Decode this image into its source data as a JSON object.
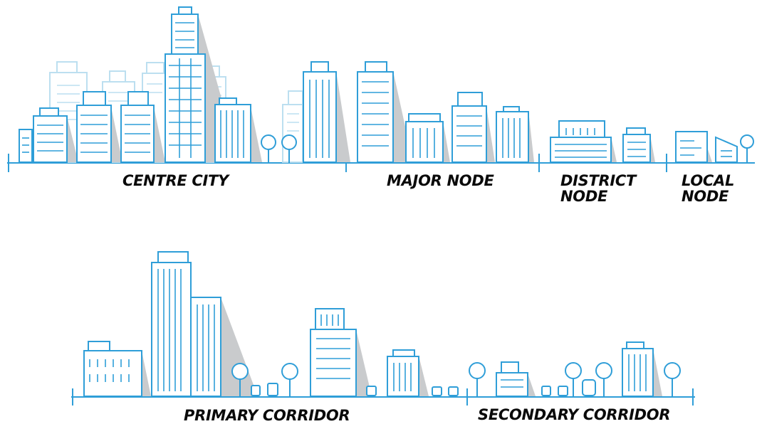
{
  "labels": {
    "centre_city": "CENTRE CITY",
    "major_node": "MAJOR NODE",
    "district_node_1": "DISTRICT",
    "district_node_2": "NODE",
    "local_node_1": "LOCAL",
    "local_node_2": "NODE",
    "primary_corridor": "PRIMARY CORRIDOR",
    "secondary_corridor": "SECONDARY CORRIDOR"
  },
  "colors": {
    "line": "#2f9ed8",
    "ghost": "#bcdff0",
    "shadow": "#c9cbcd",
    "text": "#0a0a0a"
  }
}
